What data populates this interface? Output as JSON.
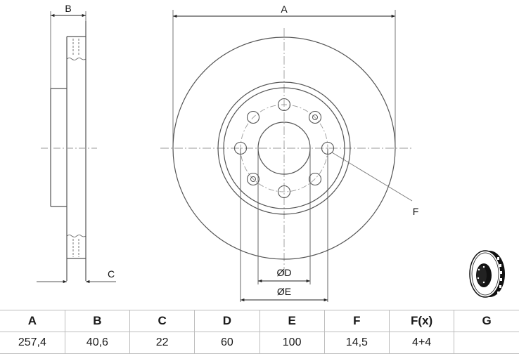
{
  "drawing": {
    "labels": {
      "A": "A",
      "B": "B",
      "C": "C",
      "D": "ØD",
      "E": "ØE",
      "F": "F"
    },
    "colors": {
      "line": "#555555",
      "center_line": "#9a9a9a",
      "table_border": "#bdbdbd"
    },
    "thumbnail_icon": "brake-disc-3d-icon"
  },
  "table": {
    "headers": [
      "A",
      "B",
      "C",
      "D",
      "E",
      "F",
      "F(x)",
      "G"
    ],
    "values": [
      "257,4",
      "40,6",
      "22",
      "60",
      "100",
      "14,5",
      "4+4",
      ""
    ]
  }
}
